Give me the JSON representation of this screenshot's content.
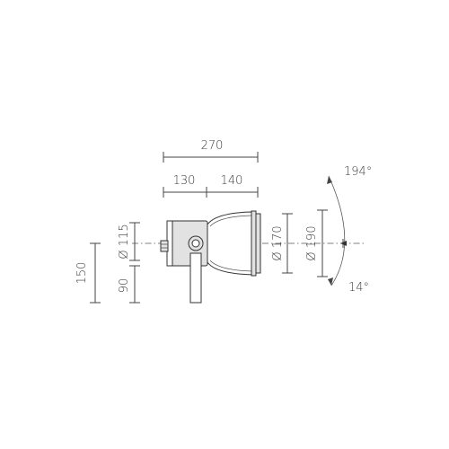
{
  "dimensions": {
    "overall_length": "270",
    "rear_length": "130",
    "front_length": "140",
    "body_diameter": "Ø 115",
    "reflector_diameter": "Ø 170",
    "lens_diameter": "Ø 190",
    "total_height": "150",
    "pivot_height": "90"
  },
  "rotation": {
    "up_angle": "194°",
    "down_angle": "14°"
  }
}
